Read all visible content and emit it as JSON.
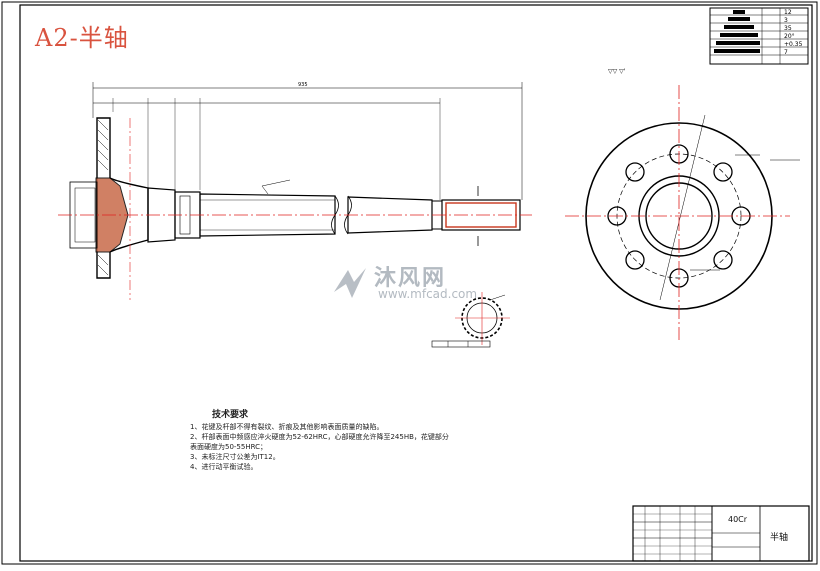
{
  "title": "A2-半轴",
  "watermark": {
    "cn": "沐风网",
    "url": "www.mfcad.com"
  },
  "notes": {
    "title": "技术要求",
    "items": [
      "1、花键及杆部不得有裂纹、折痕及其他影响表面质量的缺陷。",
      "2、杆部表面中频感应淬火硬度为52-62HRC，心部硬度允许降至245HB，花键部分表面硬度为50-55HRC；",
      "3、未标注尺寸公差为IT12。",
      "4、进行动平衡试验。"
    ]
  },
  "title_block": {
    "material": "40Cr",
    "part_name": "半轴"
  },
  "roughness_table": {
    "values": [
      "12",
      "3",
      "35",
      "20°",
      "+0.35",
      "7"
    ]
  },
  "dims": {
    "total_length": "935"
  },
  "colors": {
    "title": "#d9533f",
    "centerline": "#e0201e",
    "outline": "#000000",
    "watermark": "#9aa3ad"
  }
}
